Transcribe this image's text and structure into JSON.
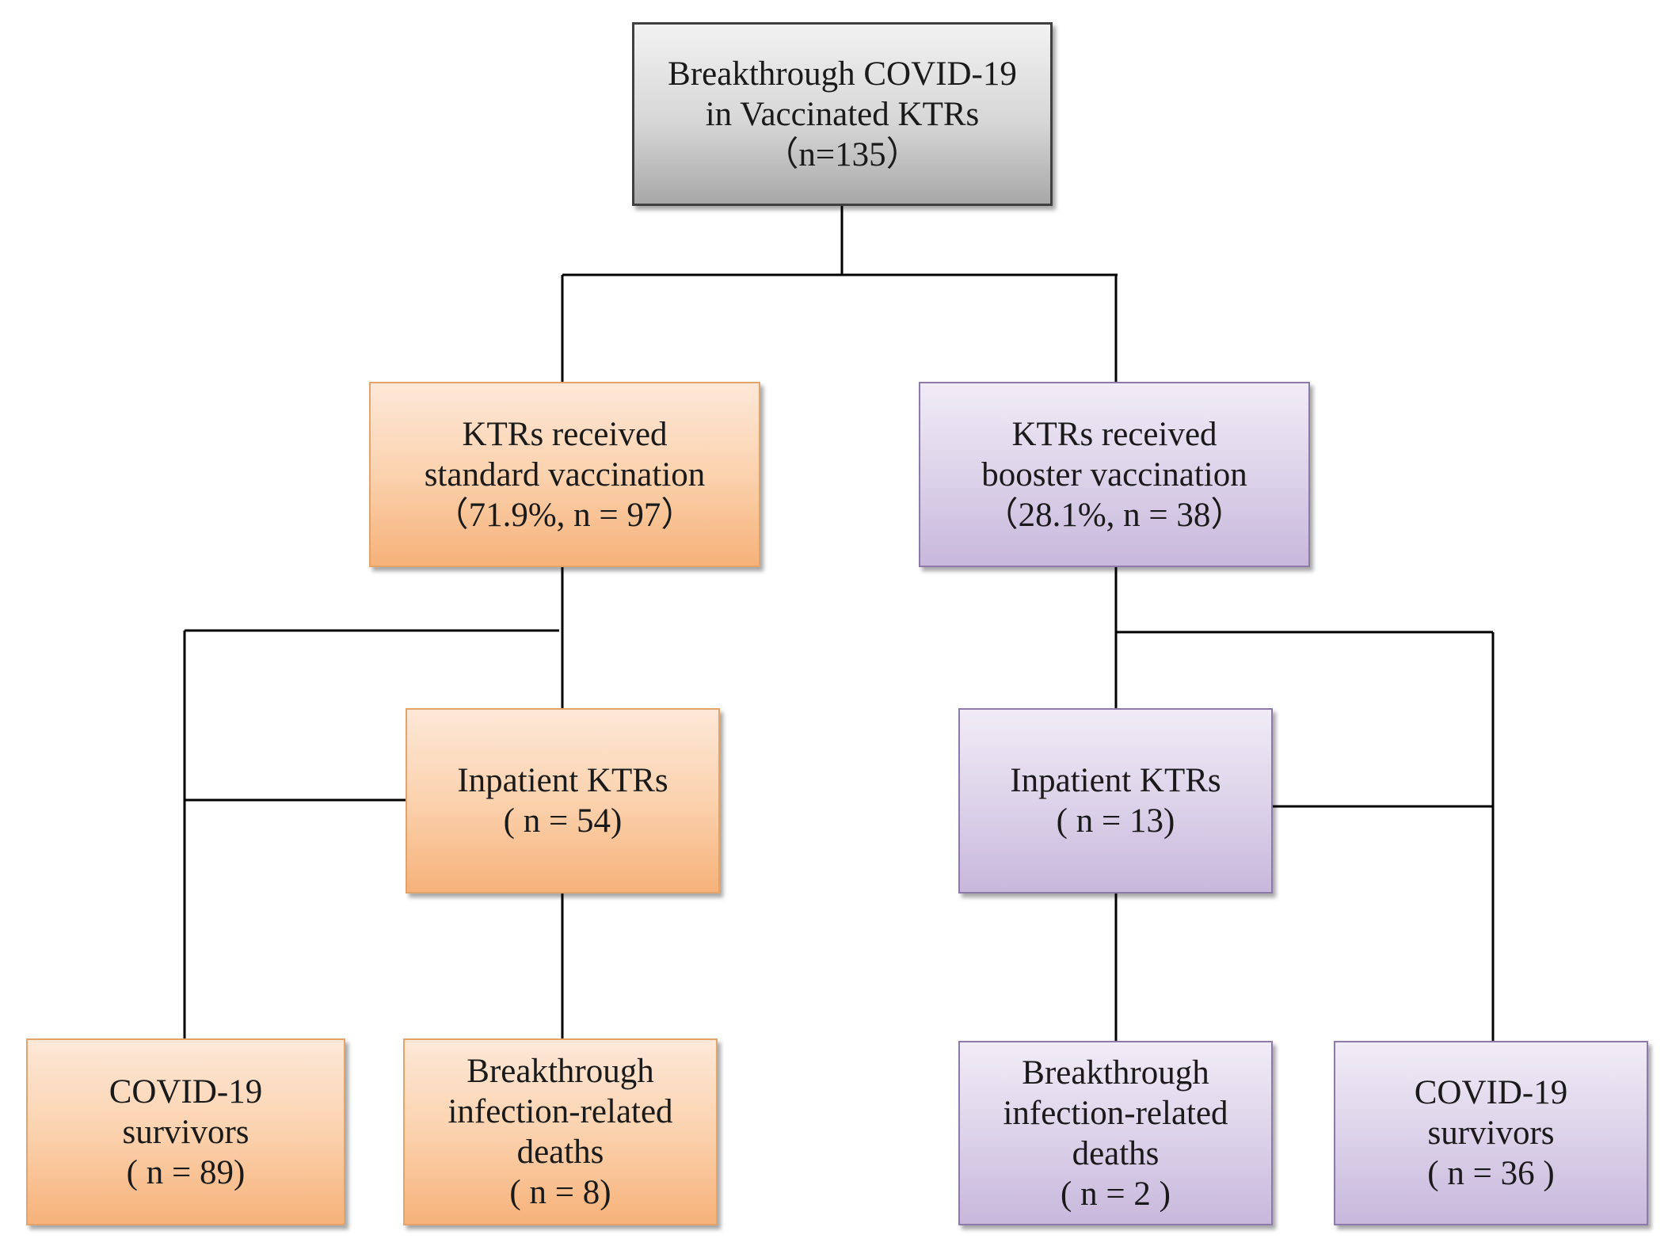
{
  "root": {
    "lines": [
      "Breakthrough COVID-19",
      "in Vaccinated KTRs",
      "（n=135）"
    ]
  },
  "standard": {
    "lines": [
      "KTRs received",
      "standard vaccination",
      "（71.9%, n = 97）"
    ]
  },
  "booster": {
    "lines": [
      "KTRs received",
      "booster vaccination",
      "（28.1%, n = 38）"
    ]
  },
  "standard_inpatient": {
    "lines": [
      "Inpatient KTRs",
      "( n = 54)"
    ]
  },
  "booster_inpatient": {
    "lines": [
      "Inpatient KTRs",
      "( n = 13)"
    ]
  },
  "standard_survivors": {
    "lines": [
      "COVID-19",
      "survivors",
      "( n = 89)"
    ]
  },
  "standard_deaths": {
    "lines": [
      "Breakthrough",
      "infection-related",
      "deaths",
      "( n = 8)"
    ]
  },
  "booster_deaths": {
    "lines": [
      "Breakthrough",
      "infection-related",
      "deaths",
      "( n = 2 )"
    ]
  },
  "booster_survivors": {
    "lines": [
      "COVID-19",
      "survivors",
      "( n = 36 )"
    ]
  },
  "colors": {
    "gray_border": "#404040",
    "orange_fill": "#fbd2ae",
    "purple_fill": "#ddd3ea",
    "connector": "#000000"
  }
}
